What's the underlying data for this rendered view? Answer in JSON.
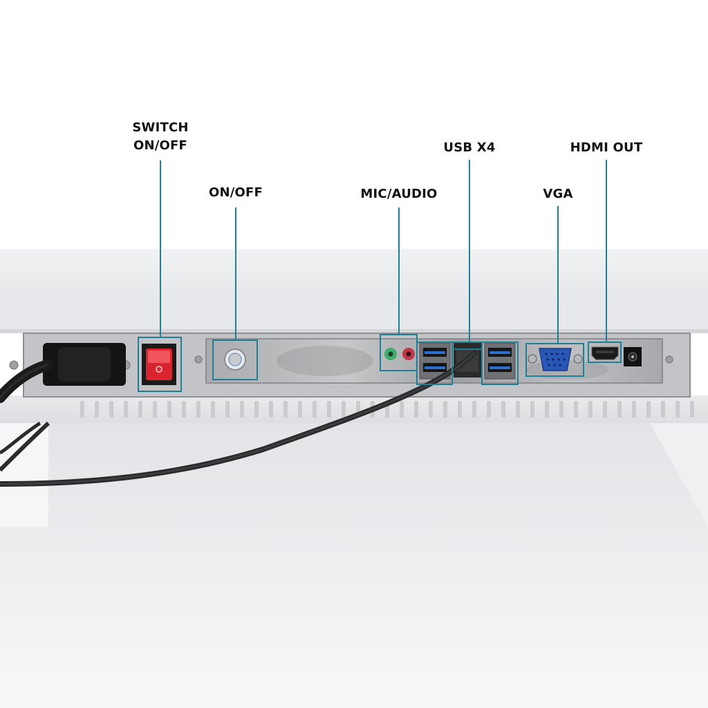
{
  "labels": {
    "switch": {
      "line1": "SWITCH",
      "line2": "ON/OFF"
    },
    "power_button": "ON/OFF",
    "mic_audio": "MIC/AUDIO",
    "usb": "USB X4",
    "vga": "VGA",
    "hdmi": "HDMI OUT"
  },
  "colors": {
    "callout": "#1f7f96",
    "rocker_switch": "#d9232d",
    "mic_jack": "#3fae6a",
    "audio_jack": "#c0394b",
    "usb_insert": "#2f6fd0",
    "vga_port": "#2857b8"
  },
  "icons": [
    "power-plug",
    "rocker-switch",
    "power-button",
    "audio-jack",
    "usb-port",
    "vga-port",
    "hdmi-port",
    "dc-jack",
    "cable"
  ]
}
